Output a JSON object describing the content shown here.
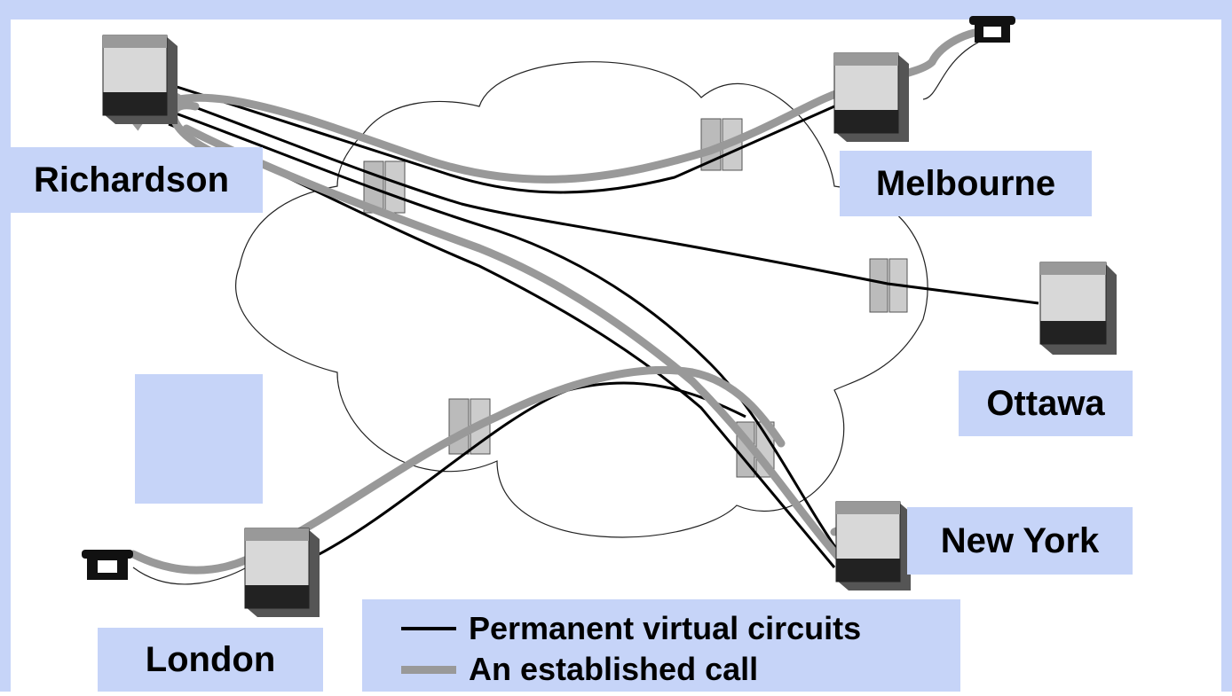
{
  "nodes": {
    "richardson": "Richardson",
    "melbourne": "Melbourne",
    "ottawa": "Ottawa",
    "new_york": "New York",
    "london": "London"
  },
  "legend": {
    "pvc": "Permanent virtual circuits",
    "call": "An established call"
  },
  "colors": {
    "frame": "#c6d4f8",
    "pvc_line": "#000000",
    "call_line": "#999999"
  }
}
